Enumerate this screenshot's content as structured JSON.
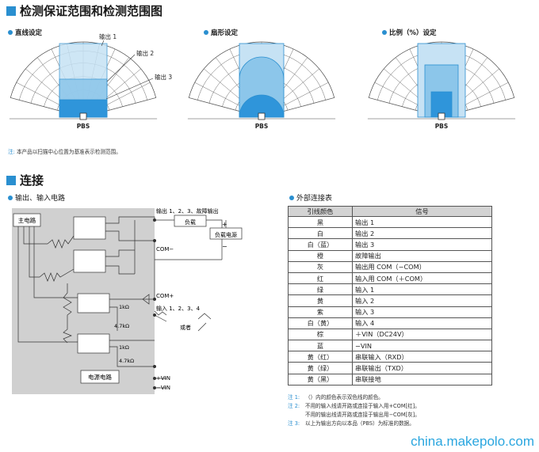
{
  "section1": {
    "title": "检测保证范围和检测范围图"
  },
  "diagrams": [
    {
      "label": "直线设定",
      "outputs": [
        "输出 1",
        "输出 2",
        "输出 3"
      ]
    },
    {
      "label": "扇形设定"
    },
    {
      "label": "比例（%）设定"
    }
  ],
  "pbs_label": "PBS",
  "note1": {
    "prefix": "注:",
    "text": "本产品以扫描中心位置为基准表示检测范围。"
  },
  "section2": {
    "title": "连接"
  },
  "circuit": {
    "label": "输出、输入电路",
    "main_circuit": "主电路",
    "power_circuit": "电源电路",
    "output_label": "输出 1、2、3、故障输出",
    "load": "负载",
    "load_power": "负载电源",
    "com_minus": "COM−",
    "com_plus": "COM+",
    "input_label": "输入 1、2、3、4",
    "or_text": "或者",
    "r1": "1kΩ",
    "r2": "4.7kΩ",
    "r3": "1kΩ",
    "r4": "4.7kΩ",
    "vin_plus": "+VIN",
    "vin_minus": "−VIN",
    "plus_sign": "+",
    "minus_sign": "−"
  },
  "table": {
    "label": "外部连接表",
    "headers": [
      "引线颜色",
      "信号"
    ],
    "rows": [
      [
        "黑",
        "输出 1"
      ],
      [
        "白",
        "输出 2"
      ],
      [
        "白（蓝）",
        "输出 3"
      ],
      [
        "橙",
        "故障输出"
      ],
      [
        "灰",
        "输出用 COM（−COM）"
      ],
      [
        "红",
        "输入用 COM（＋COM）"
      ],
      [
        "绿",
        "输入 1"
      ],
      [
        "黄",
        "输入 2"
      ],
      [
        "紫",
        "输入 3"
      ],
      [
        "白（黄）",
        "输入 4"
      ],
      [
        "棕",
        "＋VIN（DC24V）"
      ],
      [
        "蓝",
        "−VIN"
      ],
      [
        "黄（红）",
        "串联输入（RXD）"
      ],
      [
        "黄（绿）",
        "串联输出（TXD）"
      ],
      [
        "黄（黑）",
        "串联接地"
      ]
    ],
    "notes": [
      {
        "prefix": "注 1:",
        "text": "（）内的颜色表示双色线的颜色。"
      },
      {
        "prefix": "注 2:",
        "text": "不用的输入线请开路或连接于输入用+COM[红]。"
      },
      {
        "prefix": "",
        "text": "不用的输出线请开路或连接于输出用−COM[灰]。"
      },
      {
        "prefix": "注 3:",
        "text": "以上为输出方向以本品（PBS）为标准的数据。"
      }
    ]
  },
  "watermark": "china.makepolo.com",
  "colors": {
    "accent": "#2a8fd0",
    "zone_light": "#c6e2f4",
    "zone_mid": "#8cc6ea",
    "zone_dark": "#2f95da"
  }
}
